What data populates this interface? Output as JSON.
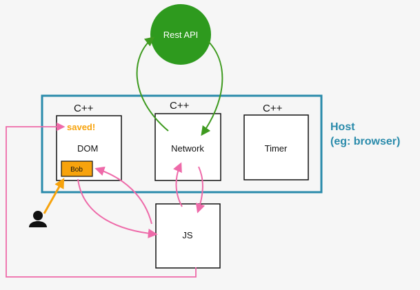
{
  "rest_api": {
    "label": "Rest API"
  },
  "host": {
    "line1": "Host",
    "line2": "(eg: browser)"
  },
  "boxes": {
    "dom": {
      "lang": "C++",
      "label": "DOM",
      "status": "saved!"
    },
    "network": {
      "lang": "C++",
      "label": "Network"
    },
    "timer": {
      "lang": "C++",
      "label": "Timer"
    },
    "js": {
      "label": "JS"
    }
  },
  "element": {
    "label": "Bob"
  },
  "user": {
    "icon": "user-icon"
  },
  "colors": {
    "host_border": "#2a8bab",
    "host_text": "#2a8bab",
    "rest_api_fill": "#2e9a1e",
    "green_arrow": "#3e9a1f",
    "pink_arrow": "#ee6aa9",
    "orange": "#f7a30d",
    "box_border": "#111111"
  }
}
